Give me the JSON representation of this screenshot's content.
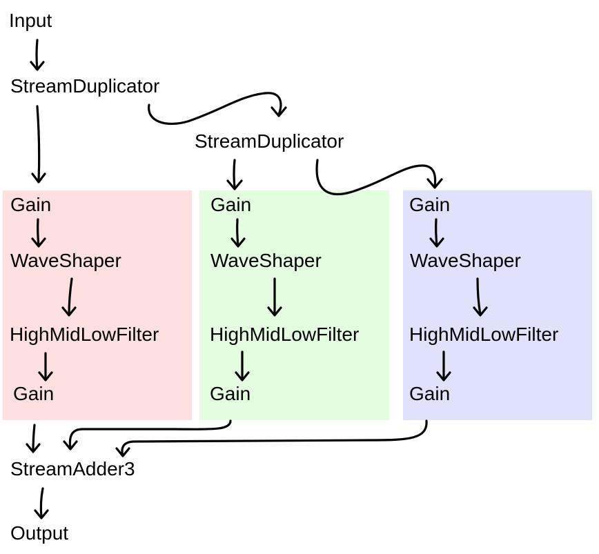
{
  "colors": {
    "band_1": "#ffe0e0",
    "band_2": "#e4fce0",
    "band_3": "#e0e2fc",
    "ink": "#000000"
  },
  "nodes": {
    "input": "Input",
    "duplicator_top": "StreamDuplicator",
    "duplicator_mid": "StreamDuplicator",
    "adder": "StreamAdder3",
    "output": "Output"
  },
  "bands": [
    {
      "gain_in": "Gain",
      "shaper": "WaveShaper",
      "filter": "HighMidLowFilter",
      "gain_out": "Gain"
    },
    {
      "gain_in": "Gain",
      "shaper": "WaveShaper",
      "filter": "HighMidLowFilter",
      "gain_out": "Gain"
    },
    {
      "gain_in": "Gain",
      "shaper": "WaveShaper",
      "filter": "HighMidLowFilter",
      "gain_out": "Gain"
    }
  ]
}
